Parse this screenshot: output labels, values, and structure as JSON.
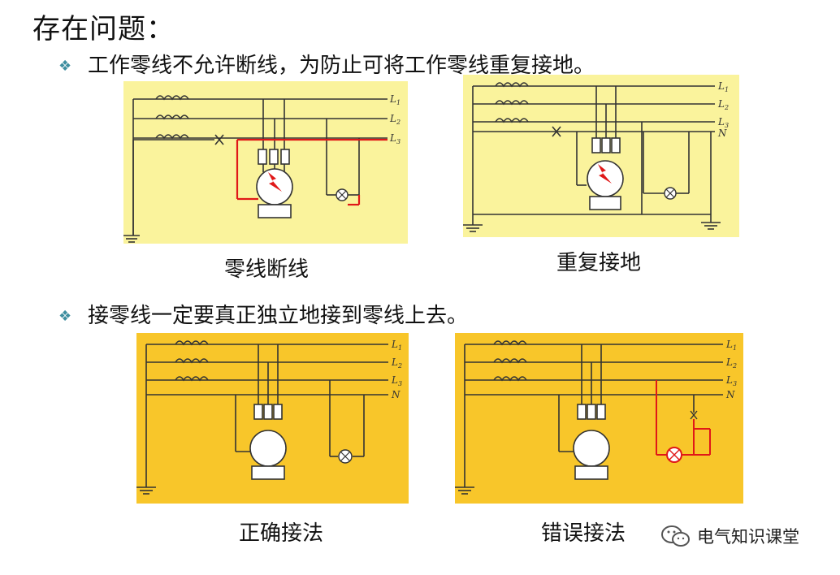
{
  "title": "存在问题：",
  "bullets": [
    "工作零线不允许断线，为防止可将工作零线重复接地。",
    "接零线一定要真正独立地接到零线上去。"
  ],
  "captions": [
    "零线断线",
    "重复接地",
    "正确接法",
    "错误接法"
  ],
  "line_labels": {
    "L1": "L",
    "L2": "L",
    "L3": "L",
    "N": "N",
    "s1": "1",
    "s2": "2",
    "s3": "3"
  },
  "watermark": "电气知识课堂",
  "colors": {
    "panel_light": "#faf39c",
    "panel_dark": "#f8c62a",
    "wire": "#333333",
    "fault": "#e01818",
    "bullet": "#3f8fa0"
  }
}
